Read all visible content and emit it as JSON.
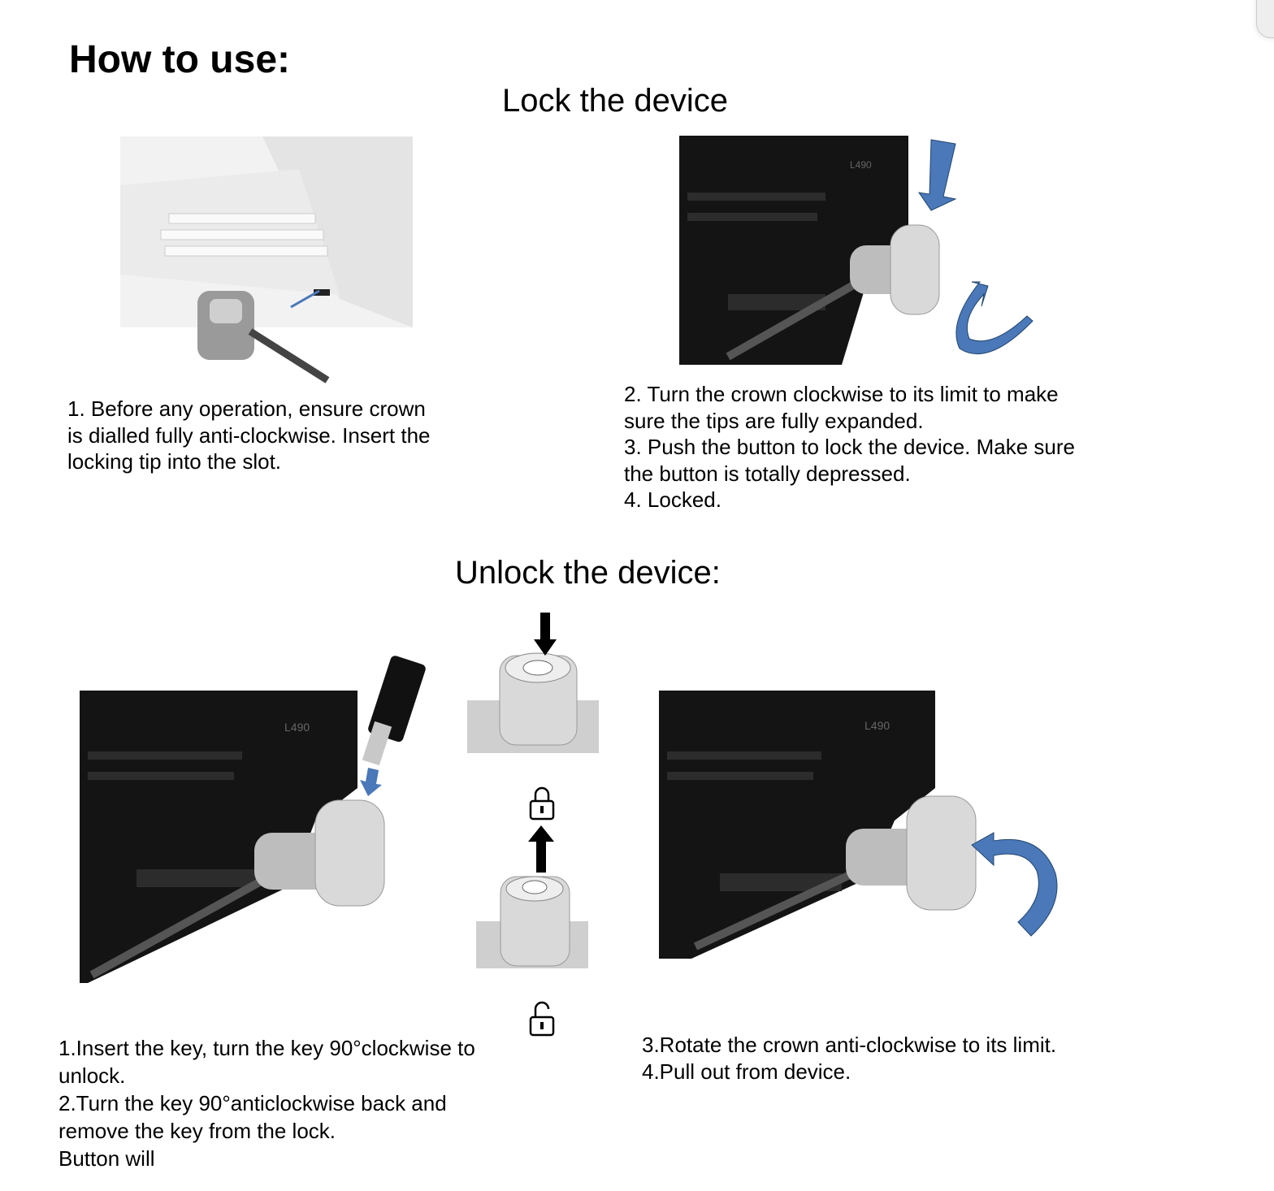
{
  "title": "How to use:",
  "lock_section": {
    "heading": "Lock the device",
    "step1_text": "1. Before any operation, ensure crown\nis dialled fully anti-clockwise. Insert the\nlocking tip into the slot.",
    "steps2_4_text": "2. Turn the crown clockwise to its limit to make\nsure the tips are fully expanded.\n3. Push the button to lock the device. Make sure\nthe button is totally depressed.\n4. Locked."
  },
  "unlock_section": {
    "heading": "Unlock the device:",
    "steps1_2_text": "1.Insert the key, turn the key 90°clockwise to\nunlock.\n2.Turn the key 90°anticlockwise back and\nremove the key from the lock.\nButton will",
    "steps3_4_text": "3.Rotate the crown anti-clockwise to its limit.\n4.Pull out from device."
  },
  "colors": {
    "arrow_blue": "#4a78b8",
    "arrow_black": "#000000"
  }
}
